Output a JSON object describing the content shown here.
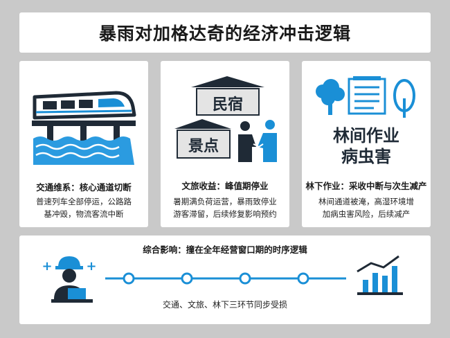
{
  "title": "暴雨对加格达奇的经济冲击逻辑",
  "colors": {
    "accent": "#1a8fd6",
    "dark": "#1f2a36",
    "water": "#2b9be0",
    "background": "#c9c9c9"
  },
  "cards": [
    {
      "icon": "train-bridge-icon",
      "heading": "交通维系：核心通道切断",
      "body_lines": [
        "普速列车全部停运，公路路",
        "基冲毁，物流客流中断"
      ]
    },
    {
      "icon": "homestay-handshake-icon",
      "sign_top": "民宿",
      "sign_bottom": "景点",
      "heading": "文旅收益：峰值期停业",
      "body_lines": [
        "暑期满负荷运营，暴雨致停业",
        "游客滞留，后续修复影响预约"
      ]
    },
    {
      "icon": "forest-calendar-icon",
      "big_text_lines": [
        "林间作业",
        "病虫害"
      ],
      "heading": "林下作业：采收中断与次生减产",
      "body_lines": [
        "林间通道被淹，高湿环境增",
        "加病虫害风险，后续减产"
      ]
    }
  ],
  "bottom": {
    "heading": "综合影响：撞在全年经营窗口期的时序逻辑",
    "footer": "交通、文旅、林下三环节同步受损",
    "timeline_nodes": 4
  }
}
